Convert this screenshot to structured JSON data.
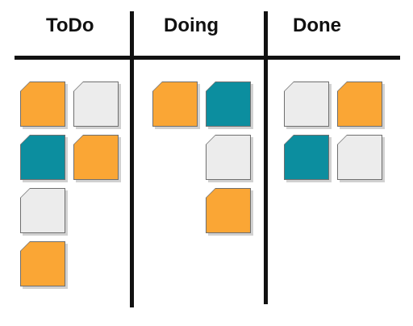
{
  "columns": [
    {
      "title": "ToDo"
    },
    {
      "title": "Doing"
    },
    {
      "title": "Done"
    }
  ],
  "colors": {
    "orange": "#FAA635",
    "teal": "#0C8E9F",
    "gray": "#ECECEC"
  },
  "cards": {
    "todo": [
      "orange",
      "gray",
      "teal",
      "orange",
      "gray",
      "orange"
    ],
    "doing": [
      "orange",
      "teal",
      "gray",
      "orange"
    ],
    "done": [
      "gray",
      "orange",
      "teal",
      "gray"
    ]
  }
}
